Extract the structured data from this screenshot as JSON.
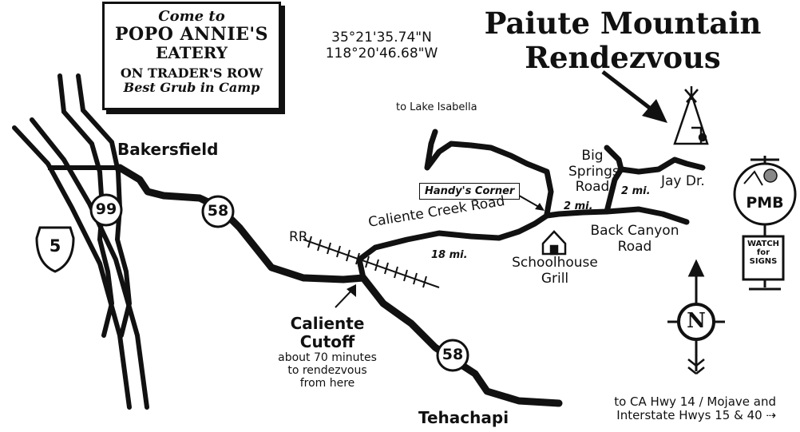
{
  "ad": {
    "line1": "Come to",
    "line2": "POPO ANNIE'S",
    "line3": "EATERY",
    "line4": "ON TRADER'S ROW",
    "line5": "Best Grub in Camp"
  },
  "coordinates": {
    "lat": "35°21'35.74\"N",
    "lon": "118°20'46.68\"W"
  },
  "title": {
    "line1": "Paiute Mountain",
    "line2": "Rendezvous"
  },
  "places": {
    "lake_isabella": "to Lake Isabella",
    "bakersfield": "Bakersfield",
    "big_springs_1": "Big",
    "big_springs_2": "Springs",
    "big_springs_3": "Road",
    "jay_dr": "Jay Dr.",
    "handys_corner": "Handy's Corner",
    "caliente_creek": "Caliente Creek Road",
    "back_canyon_1": "Back Canyon",
    "back_canyon_2": "Road",
    "schoolhouse_1": "Schoolhouse",
    "schoolhouse_2": "Grill",
    "rr": "RR",
    "cutoff_1": "Caliente",
    "cutoff_2": "Cutoff",
    "cutoff_note_1": "about 70 minutes",
    "cutoff_note_2": "to rendezvous",
    "cutoff_note_3": "from here",
    "tehachapi": "Tehachapi",
    "mojave_1": "to CA Hwy 14 / Mojave and",
    "mojave_2": "Interstate Hwys 15 & 40 ⇢"
  },
  "distances": {
    "d18": "18 mi.",
    "d2a": "2 mi.",
    "d2b": "2 mi."
  },
  "shields": {
    "i5": "5",
    "h99": "99",
    "h58a": "58",
    "h58b": "58"
  },
  "sign": {
    "pmb": "PMB",
    "watch_1": "WATCH",
    "watch_2": "for",
    "watch_3": "SIGNS"
  },
  "compass": {
    "n": "N"
  },
  "colors": {
    "ink": "#111111",
    "paper": "#ffffff"
  }
}
